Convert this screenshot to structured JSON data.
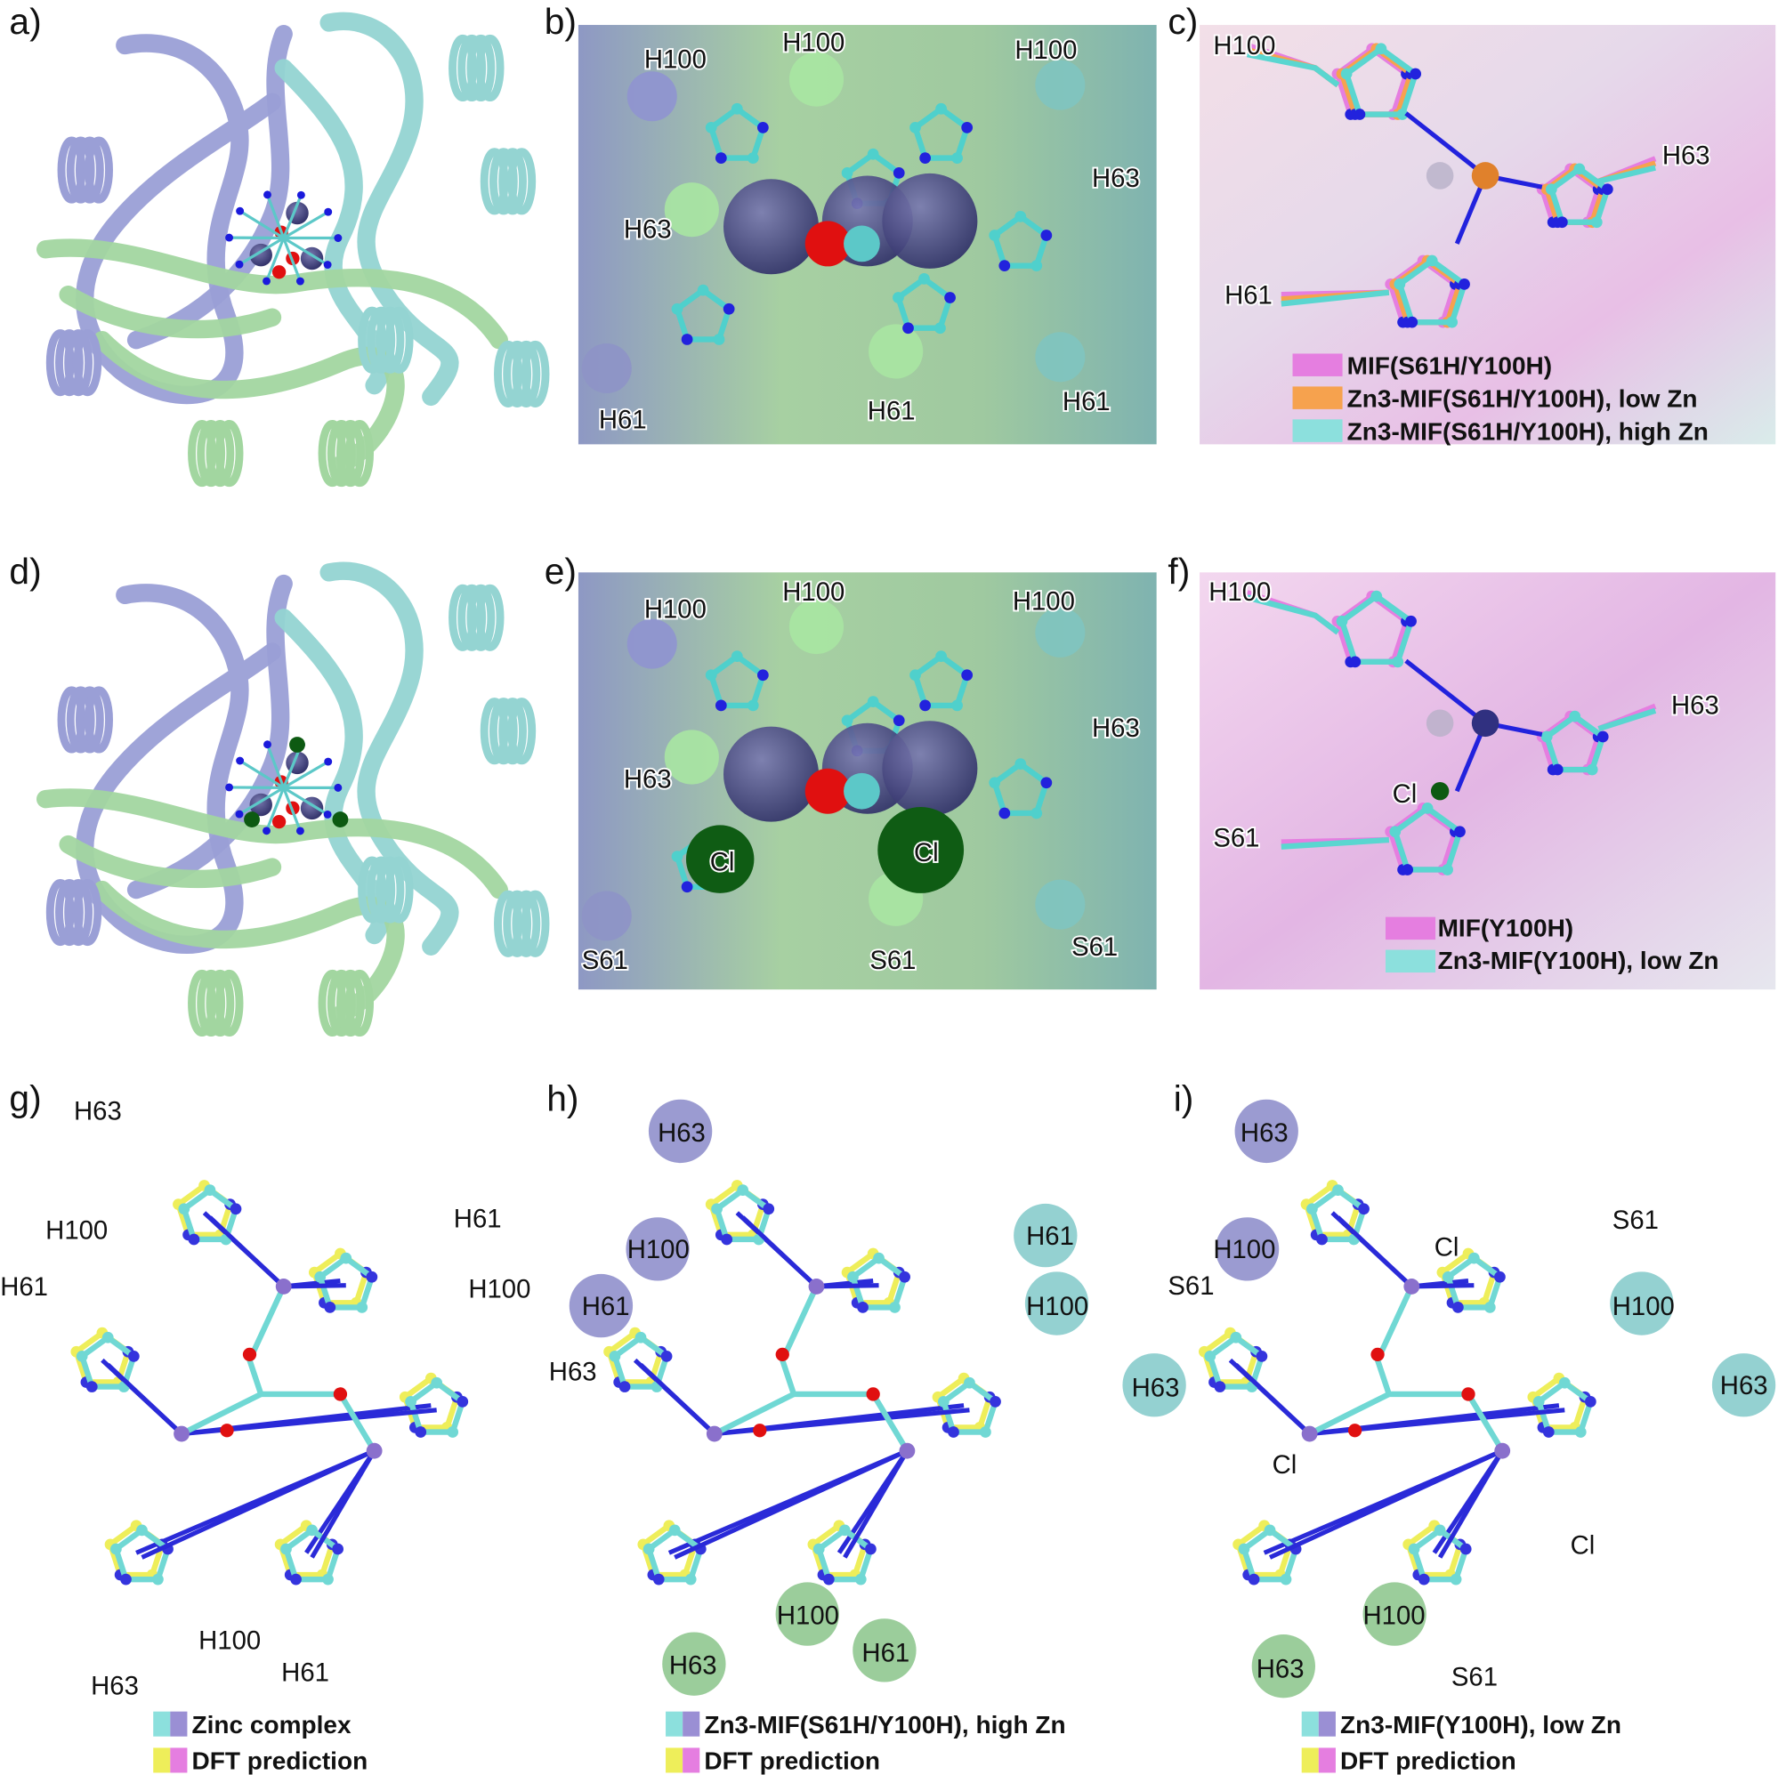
{
  "panels": {
    "a": {
      "letter": "a)"
    },
    "b": {
      "letter": "b)",
      "labels": [
        "H100",
        "H100",
        "H100",
        "H63",
        "H63",
        "H61",
        "H61",
        "H61"
      ]
    },
    "c": {
      "letter": "c)",
      "labels": [
        "H100",
        "H63",
        "H61"
      ],
      "legend": [
        {
          "label": "MIF(S61H/Y100H)",
          "color": "#e57ee0"
        },
        {
          "label": "Zn3-MIF(S61H/Y100H), low Zn",
          "color": "#f6a24e"
        },
        {
          "label": "Zn3-MIF(S61H/Y100H), high Zn",
          "color": "#8ce0dd"
        }
      ]
    },
    "d": {
      "letter": "d)"
    },
    "e": {
      "letter": "e)",
      "labels": [
        "H100",
        "H100",
        "H100",
        "H63",
        "H63",
        "Cl",
        "Cl",
        "S61",
        "S61",
        "S61"
      ]
    },
    "f": {
      "letter": "f)",
      "labels": [
        "H100",
        "H63",
        "Cl",
        "S61"
      ],
      "legend": [
        {
          "label": "MIF(Y100H)",
          "color": "#e57ee0"
        },
        {
          "label": "Zn3-MIF(Y100H), low Zn",
          "color": "#8ce0dd"
        }
      ]
    },
    "g": {
      "letter": "g)",
      "labels": [
        "H63",
        "H100",
        "H61",
        "H61",
        "H100",
        "H63",
        "H100",
        "H61",
        "H63"
      ],
      "legend": [
        {
          "label": "Zinc complex",
          "colors": [
            "#8ce0dd",
            "#9a8fd4"
          ]
        },
        {
          "label": "DFT prediction",
          "colors": [
            "#eeee5a",
            "#e57ee0"
          ]
        }
      ]
    },
    "h": {
      "letter": "h)",
      "labels": [
        "H63",
        "H100",
        "H61",
        "H61",
        "H100",
        "H63",
        "H100",
        "H61",
        "H63"
      ],
      "legend": [
        {
          "label": "Zn3-MIF(S61H/Y100H), high Zn",
          "colors": [
            "#8ce0dd",
            "#9a8fd4"
          ]
        },
        {
          "label": "DFT prediction",
          "colors": [
            "#eeee5a",
            "#e57ee0"
          ]
        }
      ]
    },
    "i": {
      "letter": "i)",
      "labels": [
        "H63",
        "H100",
        "S61",
        "Cl",
        "S61",
        "H100",
        "H63",
        "Cl",
        "Cl",
        "H100",
        "S61",
        "H63"
      ],
      "legend": [
        {
          "label": "Zn3-MIF(Y100H), low Zn",
          "colors": [
            "#8ce0dd",
            "#9a8fd4"
          ]
        },
        {
          "label": "DFT prediction",
          "colors": [
            "#eeee5a",
            "#e57ee0"
          ]
        }
      ]
    }
  },
  "colors": {
    "chain_a": "#9a9fd6",
    "chain_b": "#94d4d2",
    "chain_c": "#a2d6a0",
    "zinc": "#4a4a8a",
    "oxygen": "#e01010",
    "nitrogen": "#1a1adc",
    "chloride": "#0d5a12"
  }
}
